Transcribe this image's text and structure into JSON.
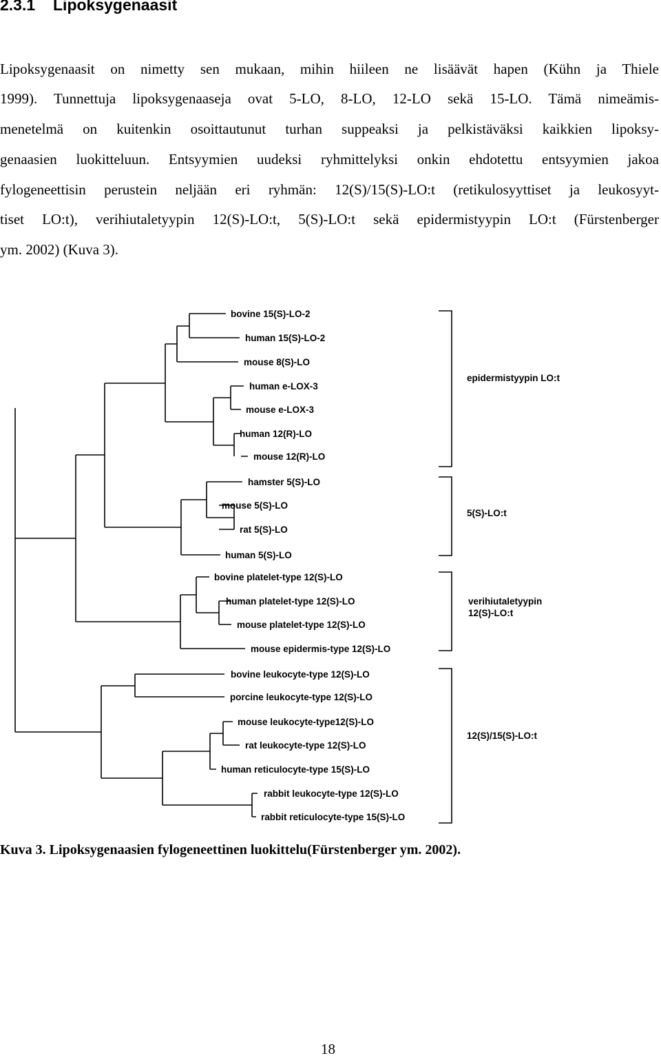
{
  "section": {
    "number": "2.3.1",
    "title": "Lipoksygenaasit"
  },
  "paragraph_lines": [
    "Lipoksygenaasit on nimetty sen mukaan, mihin hiileen ne lisäävät hapen (Kühn ja Thiele",
    "1999). Tunnettuja lipoksygenaaseja ovat 5-LO, 8-LO, 12-LO sekä 15-LO. Tämä nimeämis-",
    "menetelmä on kuitenkin osoittautunut turhan suppeaksi ja pelkistäväksi kaikkien lipoksy-",
    "genaasien luokitteluun. Entsyymien uudeksi ryhmittelyksi onkin ehdotettu entsyymien jakoa",
    "fylogeneettisin perustein neljään eri ryhmän: 12(S)/15(S)-LO:t (retikulosyyttiset ja leukosyyt-",
    "tiset LO:t), verihiutaletyypin 12(S)-LO:t, 5(S)-LO:t sekä epidermistyypin LO:t (Fürstenberger",
    "ym. 2002) (Kuva 3)."
  ],
  "figure": {
    "leaves": [
      "bovine 15(S)-LO-2",
      "human 15(S)-LO-2",
      "mouse 8(S)-LO",
      "human e-LOX-3",
      "mouse e-LOX-3",
      "human 12(R)-LO",
      "mouse 12(R)-LO",
      "hamster 5(S)-LO",
      "mouse 5(S)-LO",
      "rat 5(S)-LO",
      "human 5(S)-LO",
      "bovine platelet-type 12(S)-LO",
      "human platelet-type 12(S)-LO",
      "mouse platelet-type 12(S)-LO",
      "mouse epidermis-type 12(S)-LO",
      "bovine leukocyte-type 12(S)-LO",
      "porcine leukocyte-type 12(S)-LO",
      "mouse leukocyte-type12(S)-LO",
      "rat leukocyte-type 12(S)-LO",
      "human reticulocyte-type 15(S)-LO",
      "rabbit leukocyte-type 12(S)-LO",
      "rabbit reticulocyte-type 15(S)-LO"
    ],
    "groups": [
      {
        "lines": [
          "epidermistyypin LO:t"
        ]
      },
      {
        "lines": [
          "5(S)-LO:t"
        ]
      },
      {
        "lines": [
          "verihiutaletyypin",
          "12(S)-LO:t"
        ]
      },
      {
        "lines": [
          "12(S)/15(S)-LO:t"
        ]
      }
    ],
    "caption": "Kuva 3. Lipoksygenaasien fylogeneettinen luokittelu(Fürstenberger ym. 2002)."
  },
  "page_number": "18"
}
